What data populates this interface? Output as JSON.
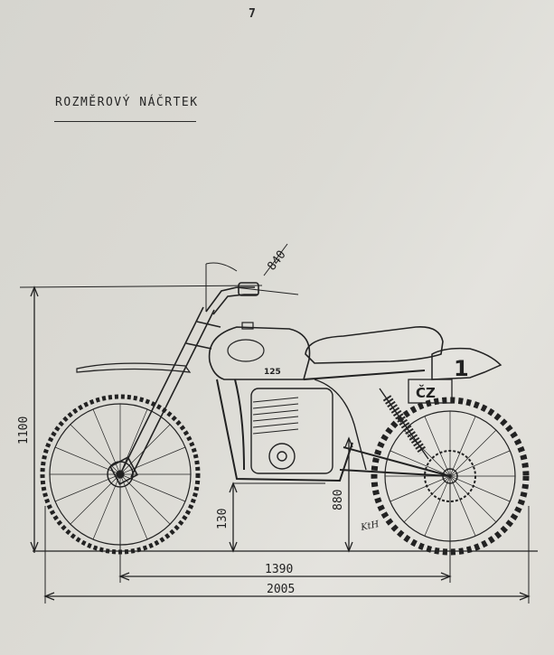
{
  "page_number": "7",
  "title": "ROZMĚROVÝ NÁČRTEK",
  "dimensions": {
    "handlebar_width": "840",
    "overall_height": "1100",
    "ground_clearance": "130",
    "seat_height": "880",
    "wheelbase": "1390",
    "overall_length": "2005"
  },
  "bike_markings": {
    "tank_label": "125",
    "side_panel_brand": "ČZ",
    "number_plate": "1",
    "signature": "KtH"
  }
}
